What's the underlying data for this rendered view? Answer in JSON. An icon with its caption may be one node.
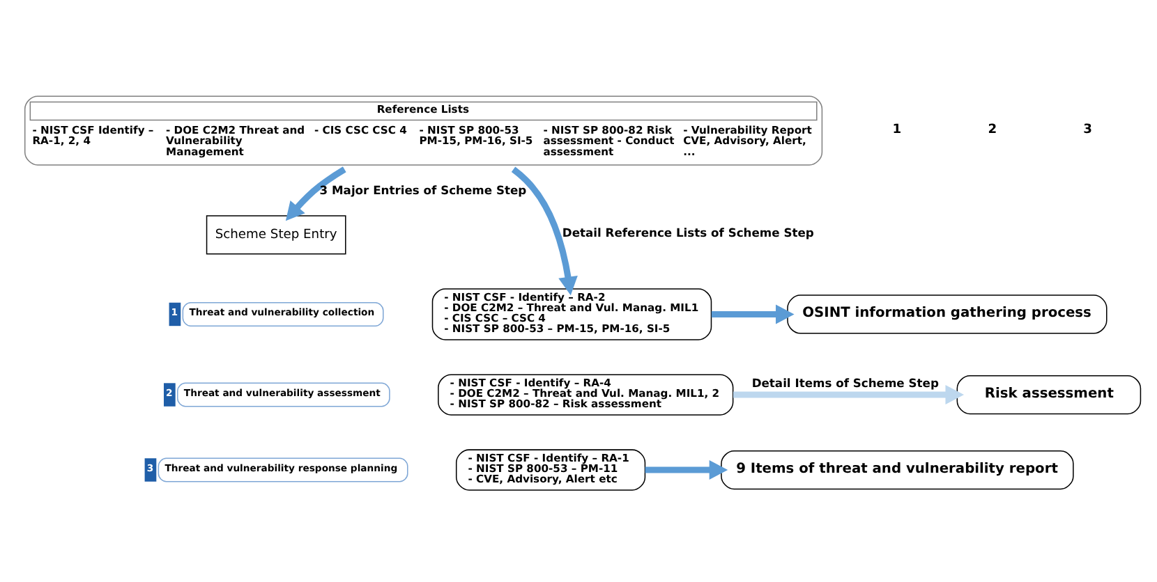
{
  "diagram": {
    "nodes": [
      {
        "text": [
          "Reference Lists",
          "- NIST CSF Identify – RA-1, 2, 4",
          "- DOE C2M2 Threat and Vulnerability Management",
          "- CIS CSC CSC 4",
          "- NIST SP 800-53 PM-15, PM-16, SI-5",
          "- NIST SP 800-82 Risk assessment - Conduct assessment",
          "- Vulnerability Report CVE, Advisory, Alert, ..."
        ]
      },
      {
        "text": [
          "Scheme Step Entry"
        ]
      },
      {
        "text": [
          "Threat and vulnerability collection"
        ],
        "beside": [
          "1"
        ]
      },
      {
        "text": [
          "- NIST CSF - Identify – RA-2",
          "- DOE C2M2 – Threat and Vul. Manag. MIL1",
          "- CIS CSC – CSC 4",
          "- NIST SP 800-53 – PM-15, PM-16, SI-5"
        ]
      },
      {
        "text": [
          "OSINT information gathering process"
        ]
      },
      {
        "text": [
          "Threat and vulnerability assessment"
        ],
        "beside": [
          "2"
        ]
      },
      {
        "text": [
          "- NIST CSF - Identify – RA-4",
          "- DOE C2M2 – Threat and Vul. Manag. MIL1, 2",
          "- NIST SP 800-82 – Risk assessment"
        ]
      },
      {
        "text": [
          "Risk assessment"
        ]
      },
      {
        "text": [
          "Threat and vulnerability response planning"
        ],
        "beside": [
          "3"
        ]
      },
      {
        "text": [
          "- NIST CSF - Identify – RA-1",
          "- NIST SP 800-53 – PM-11",
          "- CVE, Advisory, Alert etc"
        ]
      },
      {
        "text": [
          "9 Items of threat and vulnerability report"
        ]
      }
    ],
    "edges": [
      {
        "from": 0,
        "to": 1,
        "arrow": "to",
        "label": "3 Major Entries of Scheme Step"
      },
      {
        "from": 0,
        "to": 3,
        "arrow": "to",
        "label": "Detail Reference Lists of Scheme Step"
      },
      {
        "from": 3,
        "to": 4,
        "arrow": "to"
      },
      {
        "from": 6,
        "to": 7,
        "arrow": "to",
        "label": "Detail Items of Scheme Step",
        "color": "#bdd7ee"
      },
      {
        "from": 9,
        "to": 10,
        "arrow": "to"
      }
    ],
    "labels": [
      "1",
      "2",
      "3"
    ]
  }
}
